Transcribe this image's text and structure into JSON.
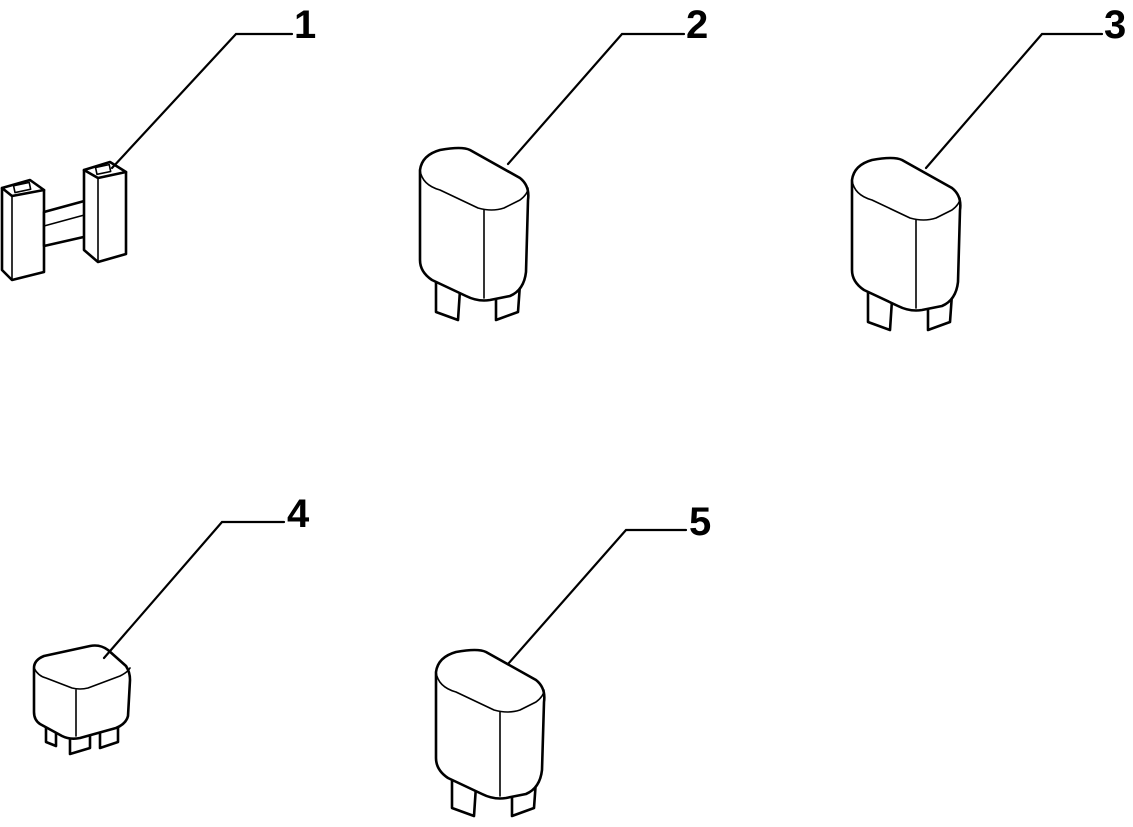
{
  "callouts": [
    {
      "label": "1"
    },
    {
      "label": "2"
    },
    {
      "label": "3"
    },
    {
      "label": "4"
    },
    {
      "label": "5"
    }
  ],
  "colors": {
    "line": "#000000",
    "background": "#ffffff"
  }
}
